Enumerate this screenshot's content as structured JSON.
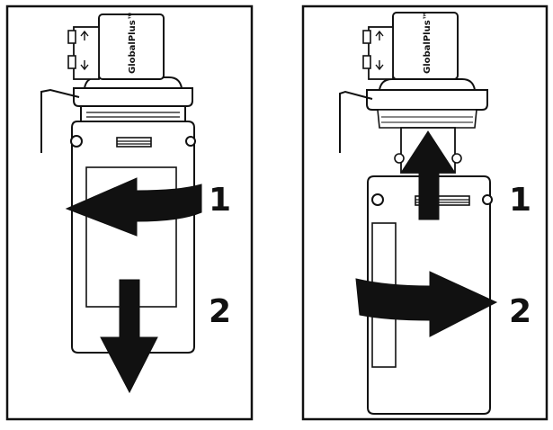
{
  "brand": "GlobalPlus™",
  "panels": [
    {
      "id": "left",
      "caption": "",
      "steps": [
        {
          "number": "1",
          "action": "turn-counterclockwise"
        },
        {
          "number": "2",
          "action": "pull-down"
        }
      ]
    },
    {
      "id": "right",
      "caption": "",
      "steps": [
        {
          "number": "1",
          "action": "push-up"
        },
        {
          "number": "2",
          "action": "turn-clockwise"
        }
      ]
    }
  ],
  "colors": {
    "line": "#111111",
    "fill": "#ffffff",
    "arrow": "#111111"
  }
}
